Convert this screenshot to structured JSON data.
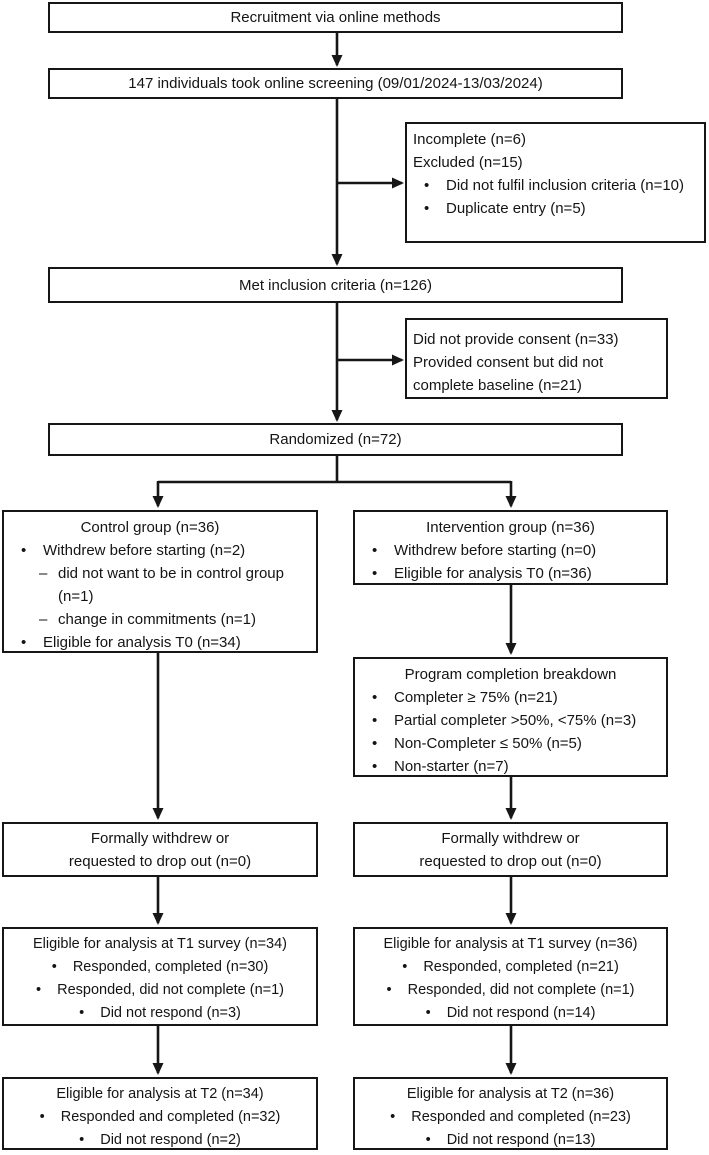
{
  "markers": {
    "bullet": "•",
    "dash": "–"
  },
  "colors": {
    "line": "#161616",
    "background": "#ffffff",
    "text": "#141414"
  },
  "flow": {
    "recruitment": {
      "text": "Recruitment via online methods"
    },
    "screening": {
      "text": "147 individuals took online screening (09/01/2024-13/03/2024)"
    },
    "exclusion1": {
      "line1": "Incomplete (n=6)",
      "line2": "Excluded (n=15)",
      "bullet1": "Did not fulfil inclusion criteria (n=10)",
      "bullet2": "Duplicate entry (n=5)"
    },
    "met": {
      "text": "Met inclusion criteria (n=126)"
    },
    "exclusion2": {
      "line1": "Did not provide consent (n=33)",
      "line2": "Provided consent but did not complete baseline (n=21)"
    },
    "randomized": {
      "text": "Randomized (n=72)"
    },
    "control": {
      "title": "Control group (n=36)",
      "bullet1": "Withdrew before starting (n=2)",
      "dash1": "did not want to be in control group (n=1)",
      "dash2": "change in commitments (n=1)",
      "bullet2": "Eligible for analysis T0 (n=34)"
    },
    "intervention": {
      "title": "Intervention group (n=36)",
      "bullet1": "Withdrew before starting (n=0)",
      "bullet2": "Eligible for analysis T0 (n=36)"
    },
    "breakdown": {
      "title": "Program completion breakdown",
      "bullet1": "Completer ≥ 75% (n=21)",
      "bullet2": "Partial completer >50%, <75% (n=3)",
      "bullet3": "Non-Completer ≤ 50% (n=5)",
      "bullet4": "Non-starter (n=7)"
    },
    "withdrew_left": {
      "line1": "Formally withdrew or",
      "line2": "requested to drop out (n=0)"
    },
    "withdrew_right": {
      "line1": "Formally withdrew or",
      "line2": "requested to drop out (n=0)"
    },
    "t1_left": {
      "title": "Eligible for analysis at T1 survey (n=34)",
      "bullet1": "Responded, completed (n=30)",
      "bullet2": "Responded, did not complete (n=1)",
      "bullet3": "Did not respond (n=3)"
    },
    "t1_right": {
      "title": "Eligible for analysis at T1 survey (n=36)",
      "bullet1": "Responded, completed (n=21)",
      "bullet2": "Responded, did not complete (n=1)",
      "bullet3": "Did not respond (n=14)"
    },
    "t2_left": {
      "title": "Eligible for analysis at T2 (n=34)",
      "bullet1": "Responded and completed (n=32)",
      "bullet2": "Did not respond (n=2)"
    },
    "t2_right": {
      "title": "Eligible for analysis at T2 (n=36)",
      "bullet1": "Responded and completed (n=23)",
      "bullet2": "Did not respond (n=13)"
    }
  }
}
